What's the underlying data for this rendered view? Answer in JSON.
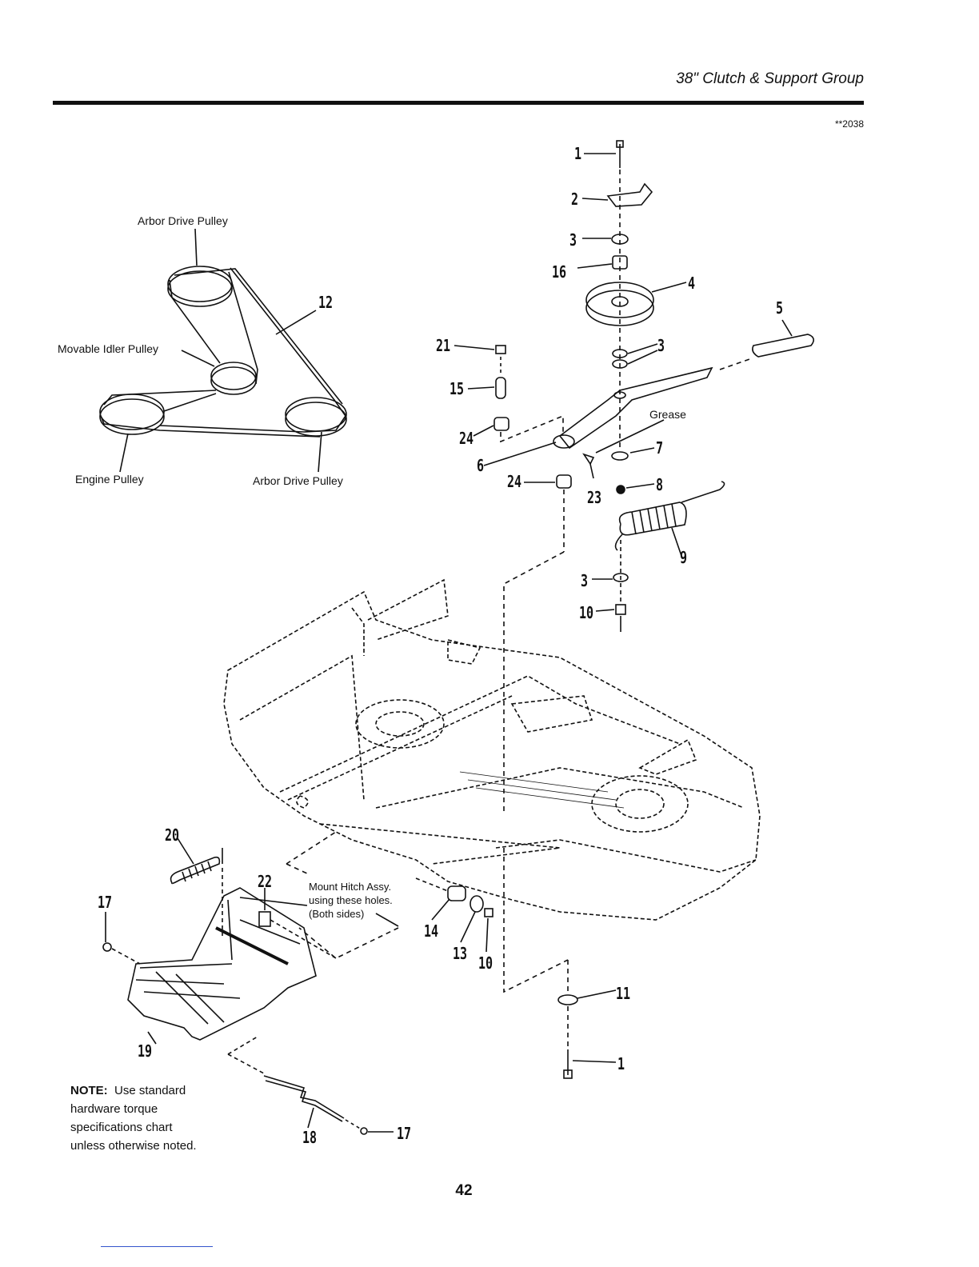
{
  "header": {
    "title": "38\" Clutch & Support Group",
    "code": "**2038"
  },
  "belt_diagram": {
    "labels": {
      "arbor_drive_top": "Arbor Drive Pulley",
      "movable_idler": "Movable Idler Pulley",
      "engine_pulley": "Engine Pulley",
      "arbor_drive_bottom": "Arbor Drive Pulley",
      "belt_callout": "12"
    }
  },
  "callouts": {
    "c1_top": "1",
    "c2": "2",
    "c3_a": "3",
    "c16": "16",
    "c4": "4",
    "c5": "5",
    "c21": "21",
    "c3_b": "3",
    "c15": "15",
    "c24_a": "24",
    "c6": "6",
    "c24_b": "24",
    "c23": "23",
    "c7": "7",
    "c8": "8",
    "c9": "9",
    "c3_c": "3",
    "c10_a": "10",
    "c20": "20",
    "c22": "22",
    "c17_a": "17",
    "c19": "19",
    "c14": "14",
    "c13": "13",
    "c10_b": "10",
    "c11": "11",
    "c1_bottom": "1",
    "c18": "18",
    "c17_b": "17"
  },
  "grease_label": "Grease",
  "hitch_note": {
    "line1": "Mount Hitch Assy.",
    "line2": "using these holes.",
    "line3": "(Both sides)"
  },
  "note": {
    "prefix": "NOTE:",
    "line1": "Use standard",
    "line2": "hardware torque",
    "line3": "specifications chart",
    "line4": "unless otherwise noted."
  },
  "page_number": "42"
}
